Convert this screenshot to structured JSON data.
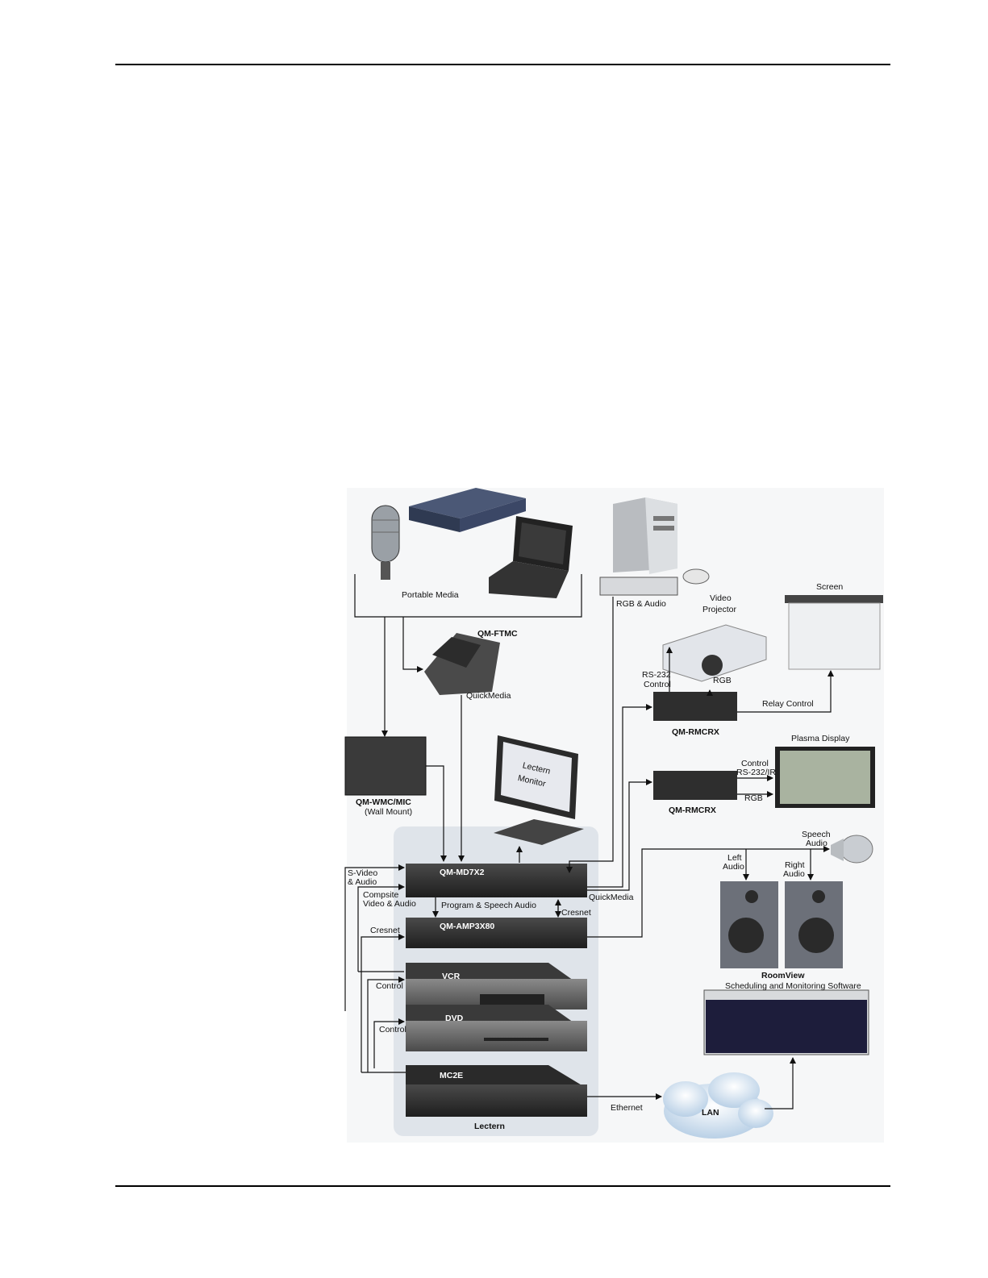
{
  "labels": {
    "portable_media": "Portable Media",
    "qm_ftmc": "QM-FTMC",
    "quickmedia_1": "QuickMedia",
    "qm_wmc_mic": "QM-WMC/MIC",
    "wall_mount": "(Wall Mount)",
    "lectern_monitor_l1": "Lectern",
    "lectern_monitor_l2": "Monitor",
    "rgb_audio": "RGB & Audio",
    "video_projector_l1": "Video",
    "video_projector_l2": "Projector",
    "screen": "Screen",
    "rs232_l1": "RS-232",
    "rs232_l2": "Control",
    "rgb_1": "RGB",
    "relay_control": "Relay Control",
    "qm_rmcrx_1": "QM-RMCRX",
    "plasma_display": "Plasma Display",
    "control_l1": "Control",
    "control_l2": "RS-232/IR",
    "rgb_2": "RGB",
    "qm_rmcrx_2": "QM-RMCRX",
    "speech_audio_l1": "Speech",
    "speech_audio_l2": "Audio",
    "left_audio_l1": "Left",
    "left_audio_l2": "Audio",
    "right_audio_l1": "Right",
    "right_audio_l2": "Audio",
    "svideo_l1": "S-Video",
    "svideo_l2": "& Audio",
    "composite_l1": "Compsite",
    "composite_l2": "Video & Audio",
    "qm_md7x2": "QM-MD7X2",
    "quickmedia_2": "QuickMedia",
    "program_speech": "Program & Speech Audio",
    "cresnet_1": "Cresnet",
    "cresnet_2": "Cresnet",
    "qm_amp3x80": "QM-AMP3X80",
    "vcr": "VCR",
    "control_vcr": "Control",
    "dvd": "DVD",
    "control_dvd": "Control",
    "mc2e": "MC2E",
    "lectern": "Lectern",
    "ethernet": "Ethernet",
    "lan": "LAN",
    "roomview": "RoomView",
    "roomview_sub": "Scheduling and Monitoring Software"
  },
  "colors": {
    "lectern_panel": "#dfe4ea",
    "device_dark": "#2b2b2b",
    "cloud": "#cfe0f0",
    "speaker": "#6c7079"
  }
}
